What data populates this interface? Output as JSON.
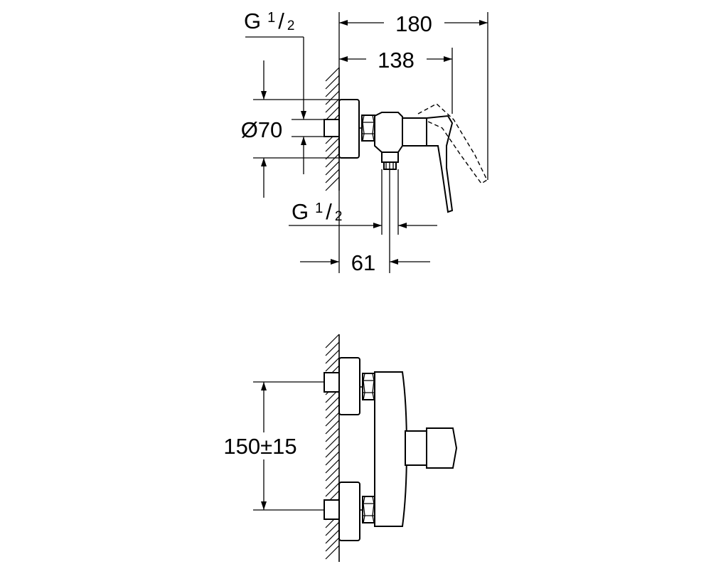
{
  "top_view": {
    "dim_overall": "180",
    "dim_depth": "138",
    "dim_diameter": "Ø70",
    "dim_outlet_offset": "61",
    "thread_inlet": {
      "letter": "G",
      "num": "1",
      "den": "2"
    },
    "thread_outlet": {
      "letter": "G",
      "num": "1",
      "den": "2"
    }
  },
  "front_view": {
    "dim_centers": "150±15"
  }
}
